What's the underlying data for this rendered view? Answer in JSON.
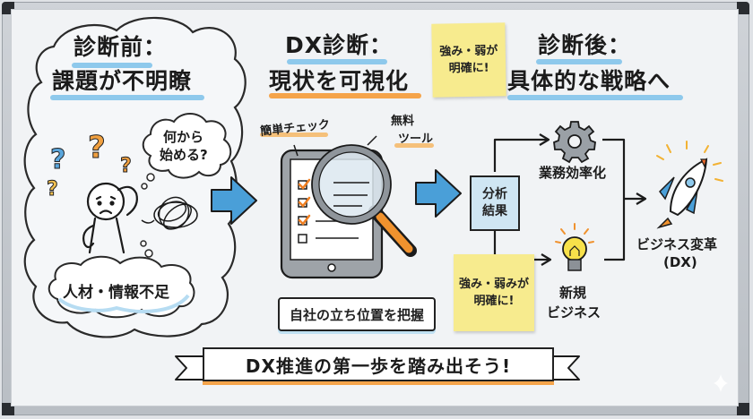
{
  "sections": {
    "before": {
      "title_line1": "診断前：",
      "title_line2": "課題が不明瞭",
      "thought_bubble": "何から\n始める?",
      "thought_line1": "何から",
      "thought_line2": "始める?",
      "cloud_label": "人材・情報不足",
      "icons": [
        "question-marks",
        "confused-person",
        "tangled-scribble"
      ]
    },
    "diagnosis": {
      "title_line1": "DX診断：",
      "title_line2": "現状を可視化",
      "tag_easy": "簡単チェック",
      "tag_free_line1": "無料",
      "tag_free_line2": "ツール",
      "speech_bubble": "自社の立ち位置を把握",
      "icons": [
        "tablet-checklist",
        "magnifying-glass"
      ]
    },
    "after": {
      "title_line1": "診断後：",
      "title_line2": "具体的な戦略へ",
      "analysis_box_line1": "分析",
      "analysis_box_line2": "結果",
      "branch_top": "業務効率化",
      "branch_bottom_line1": "新規",
      "branch_bottom_line2": "ビジネス",
      "result_line1": "ビジネス変革",
      "result_line2": "(DX)",
      "icons": [
        "gear",
        "light-bulb",
        "rocket"
      ]
    }
  },
  "sticky_notes": [
    {
      "line1": "強み・弱が",
      "line2": "明確に!"
    },
    {
      "line1": "強み・弱みが",
      "line2": "明確に!"
    }
  ],
  "banner": {
    "text": "DX推進の第一歩を踏み出そう!"
  },
  "colors": {
    "board": "#f1f3f5",
    "frame": "#c3c8ce",
    "blue_accent": "#4a9fd8",
    "blue_highlight": "#8ec9ec",
    "orange_highlight": "#f5a44a",
    "sticky": "#f7eb8e",
    "ink": "#1b1b1b",
    "box_fill": "#cfe6f3"
  }
}
